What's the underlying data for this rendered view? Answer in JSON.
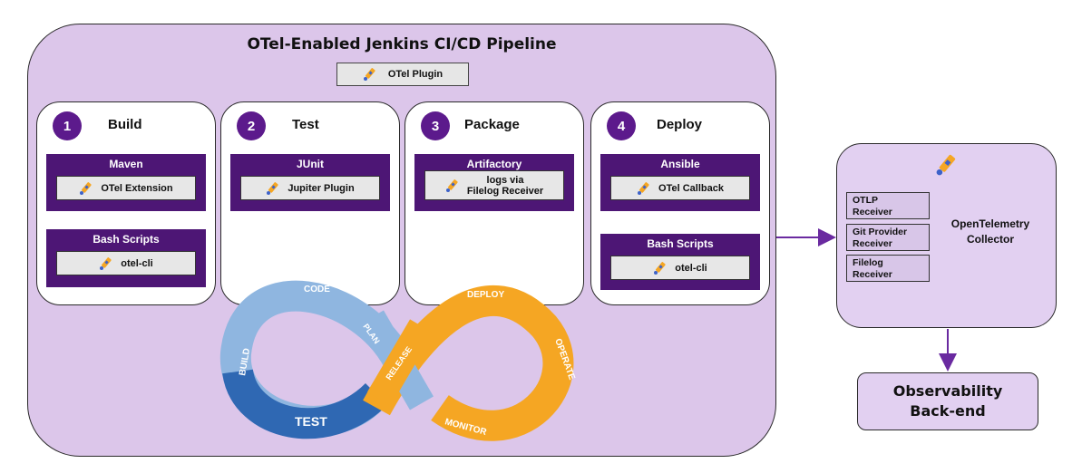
{
  "pipeline": {
    "title": "OTel-Enabled Jenkins CI/CD Pipeline",
    "plugin_label": "OTel Plugin"
  },
  "stages": [
    {
      "number": "1",
      "title": "Build",
      "tools": [
        {
          "label": "Maven",
          "inner": "OTel Extension"
        },
        {
          "label": "Bash Scripts",
          "inner": "otel-cli"
        }
      ]
    },
    {
      "number": "2",
      "title": "Test",
      "tools": [
        {
          "label": "JUnit",
          "inner": "Jupiter Plugin"
        }
      ]
    },
    {
      "number": "3",
      "title": "Package",
      "tools": [
        {
          "label": "Artifactory",
          "inner_line1": "logs via",
          "inner_line2": "Filelog Receiver"
        }
      ]
    },
    {
      "number": "4",
      "title": "Deploy",
      "tools": [
        {
          "label": "Ansible",
          "inner": "OTel Callback"
        },
        {
          "label": "Bash Scripts",
          "inner": "otel-cli"
        }
      ]
    }
  ],
  "collector": {
    "title_line1": "OpenTelemetry",
    "title_line2": "Collector",
    "receivers": [
      {
        "line1": "OTLP",
        "line2": "Receiver"
      },
      {
        "line1": "Git Provider",
        "line2": "Receiver"
      },
      {
        "line1": "Filelog",
        "line2": "Receiver"
      }
    ]
  },
  "backend": {
    "line1": "Observability",
    "line2": "Back-end"
  },
  "devops_loop": {
    "segments": [
      "CODE",
      "PLAN",
      "BUILD",
      "TEST",
      "RELEASE",
      "DEPLOY",
      "OPERATE",
      "MONITOR"
    ]
  },
  "colors": {
    "pipeline_bg": "#dcc6ea",
    "stage_number_bg": "#5c1a8c",
    "tool_bg": "#4d1675",
    "tool_inner_bg": "#e7e7e7",
    "arrow": "#6a2aa0",
    "loop_blue_light": "#8fb6e0",
    "loop_blue_dark": "#2f68b3",
    "loop_orange": "#f5a623"
  },
  "icons": {
    "otel": "telescope-icon"
  }
}
